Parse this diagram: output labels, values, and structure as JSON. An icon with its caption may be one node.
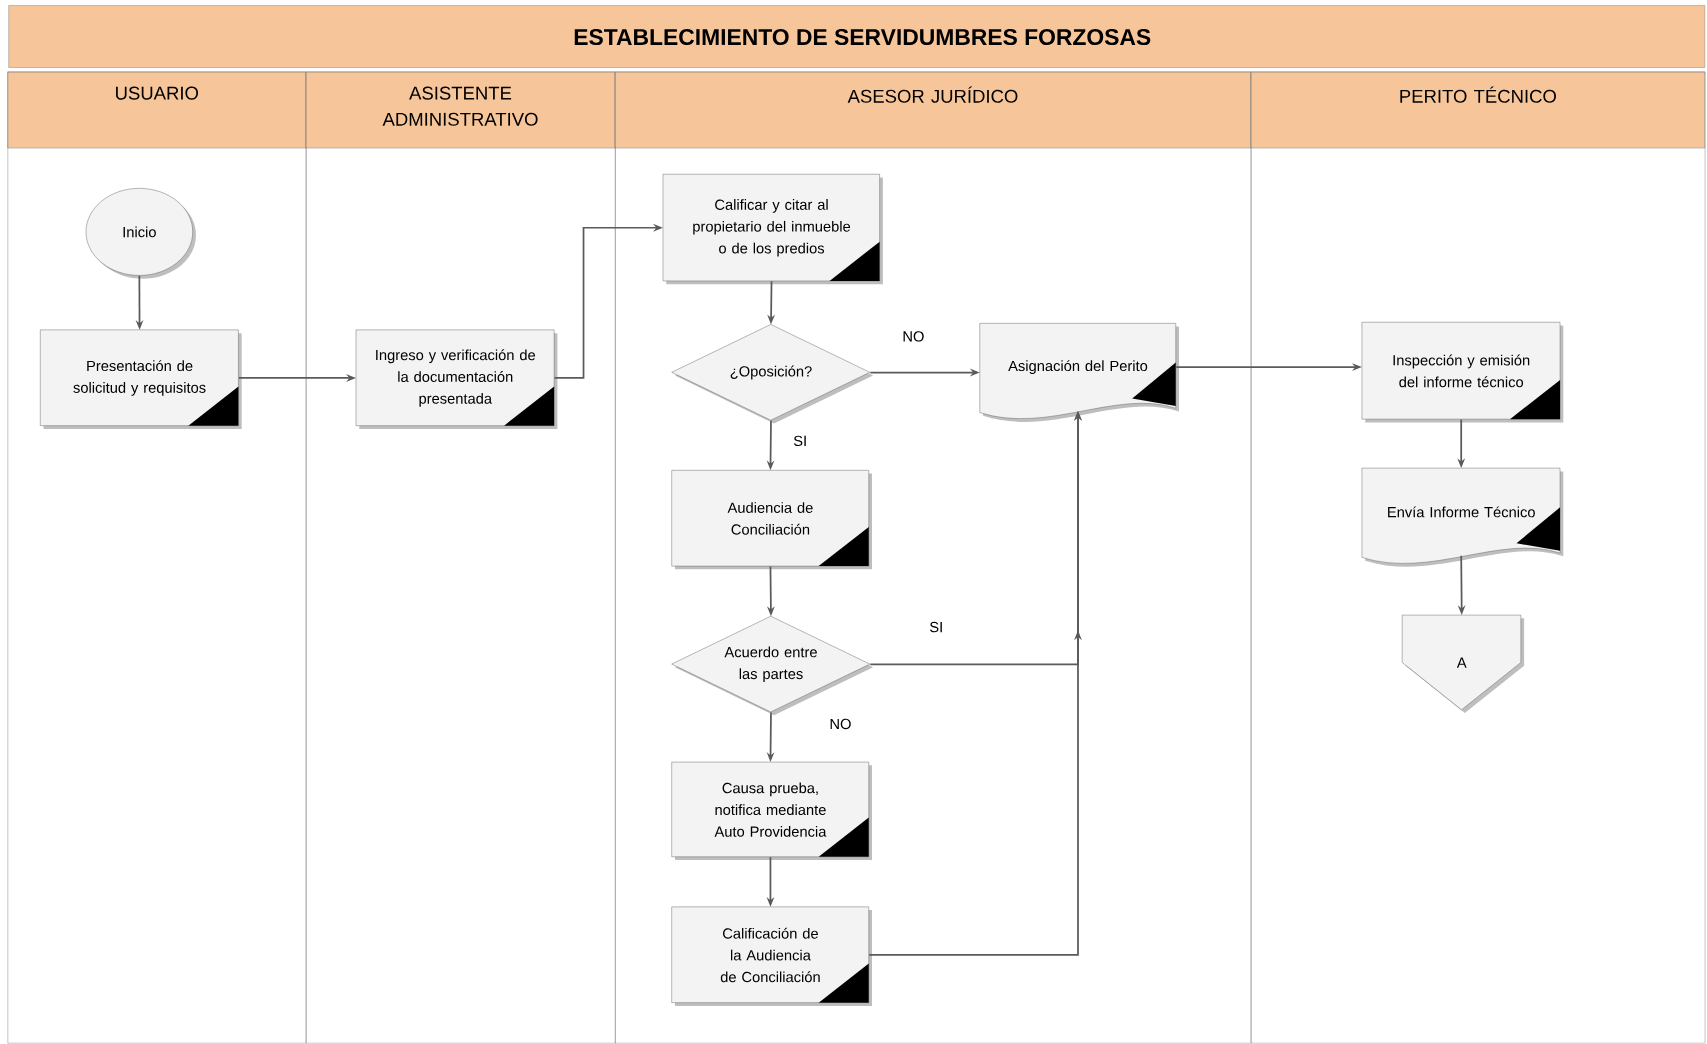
{
  "diagram": {
    "title": "ESTABLECIMIENTO DE SERVIDUMBRES FORZOSAS",
    "nodes": [
      {
        "text": [
          "USUARIO"
        ]
      },
      {
        "text": [
          "ASISTENTE ADMINISTRATIVO"
        ]
      },
      {
        "text": [
          "ASESOR JURÍDICO"
        ]
      },
      {
        "text": [
          "PERITO TÉCNICO"
        ]
      },
      {
        "text": [
          "Inicio"
        ],
        "in": 0
      },
      {
        "text": [
          "Presentación de solicitud y requisitos"
        ],
        "in": 0
      },
      {
        "text": [
          "Ingreso y verificación de la documentación presentada"
        ],
        "in": 1
      },
      {
        "text": [
          "Calificar y citar al propietario del inmueble o de los predios"
        ],
        "in": 2
      },
      {
        "text": [
          "¿Oposición?"
        ],
        "in": 2
      },
      {
        "text": [
          "Asignación del Perito"
        ],
        "in": 2
      },
      {
        "text": [
          "Audiencia de Conciliación"
        ],
        "in": 2
      },
      {
        "text": [
          "Acuerdo entre las partes"
        ],
        "in": 2
      },
      {
        "text": [
          "Causa prueba, notifica mediante Auto Providencia"
        ],
        "in": 2
      },
      {
        "text": [
          "Calificación de la Audiencia de Conciliación"
        ],
        "in": 2
      },
      {
        "text": [
          "Inspección y emisión del informe técnico"
        ],
        "in": 3
      },
      {
        "text": [
          "Envía Informe Técnico"
        ],
        "in": 3
      },
      {
        "text": [
          "A"
        ],
        "in": 3
      }
    ],
    "edges": [
      {
        "from": 4,
        "to": 5,
        "arrow": "to"
      },
      {
        "from": 5,
        "to": 6,
        "arrow": "to"
      },
      {
        "from": 6,
        "to": 7,
        "arrow": "to"
      },
      {
        "from": 7,
        "to": 8,
        "arrow": "to"
      },
      {
        "from": 8,
        "to": 9,
        "arrow": "to",
        "label": "NO"
      },
      {
        "from": 8,
        "to": 10,
        "arrow": "to",
        "label": "SI"
      },
      {
        "from": 10,
        "to": 11,
        "arrow": "to"
      },
      {
        "from": 11,
        "to": 9,
        "arrow": "to",
        "label": "SI"
      },
      {
        "from": 11,
        "to": 12,
        "arrow": "to",
        "label": "NO"
      },
      {
        "from": 12,
        "to": 13,
        "arrow": "to"
      },
      {
        "from": 13,
        "to": 9,
        "arrow": "to"
      },
      {
        "from": 9,
        "to": 14,
        "arrow": "to"
      },
      {
        "from": 14,
        "to": 15,
        "arrow": "to"
      },
      {
        "from": 15,
        "to": 16,
        "arrow": "to"
      }
    ]
  }
}
